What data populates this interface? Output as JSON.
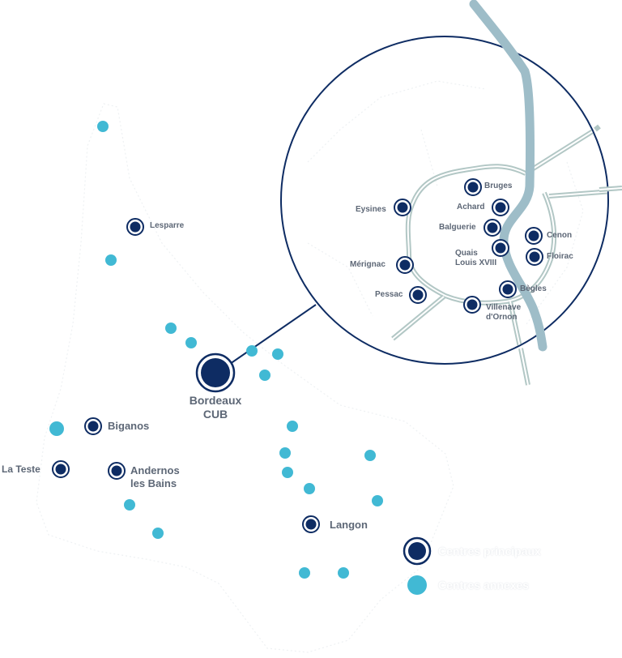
{
  "colors": {
    "principal": "#0e2c63",
    "annex": "#41b9d4",
    "river": "#9ebdc8",
    "roads": "#b2c7c5",
    "label": "#5d6776"
  },
  "map": {
    "main_centre": "Bordeaux\nCUB",
    "principal_centres": [
      "Lesparre",
      "Biganos",
      "La Teste",
      "Andernos\nles Bains",
      "Langon"
    ],
    "zoom": {
      "centres": [
        "Eysines",
        "Bruges",
        "Achard",
        "Balguerie",
        "Cenon",
        "Quais\nLouis XVIII",
        "Floirac",
        "Mérignac",
        "Bègles",
        "Pessac",
        "Villenave\nd'Ornon"
      ]
    }
  },
  "legend": {
    "principal": "Centres principaux",
    "annex": "Centres annexes"
  }
}
